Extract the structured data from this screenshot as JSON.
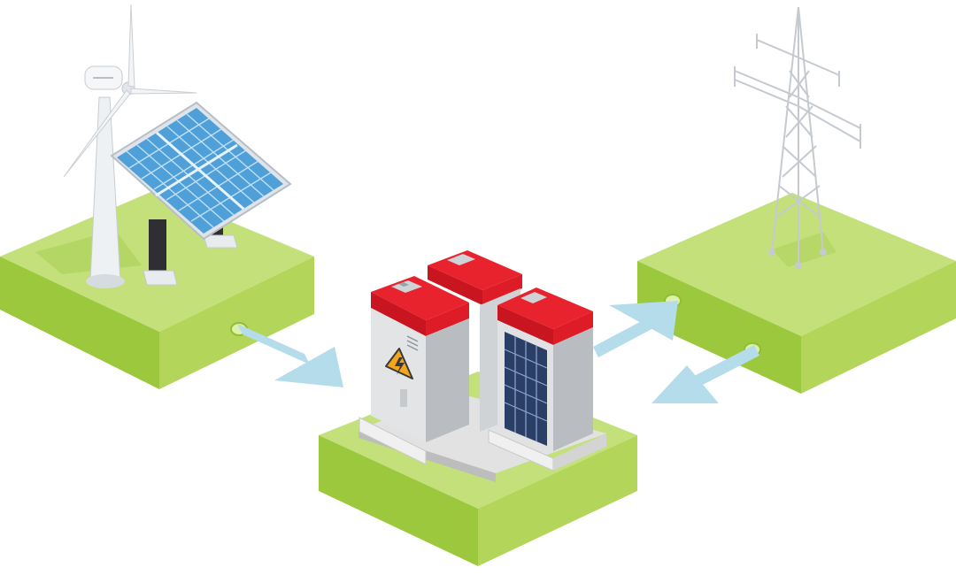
{
  "diagram": {
    "background": "#ffffff",
    "nodes": [
      {
        "id": "renewable-source",
        "icons": [
          "wind-turbine-icon",
          "solar-panel-icon"
        ]
      },
      {
        "id": "battery-storage",
        "icons": [
          "battery-cabinet-icon",
          "high-voltage-warning-icon"
        ]
      },
      {
        "id": "power-grid",
        "icons": [
          "transmission-tower-icon"
        ]
      }
    ],
    "flows": [
      {
        "from": "renewable-source",
        "to": "battery-storage"
      },
      {
        "from": "battery-storage",
        "to": "power-grid"
      },
      {
        "from": "power-grid",
        "to": "battery-storage"
      }
    ],
    "colors": {
      "grass_top": "#c3e07a",
      "grass_left": "#9cc83e",
      "grass_right": "#b3d65a",
      "arrow": "#b5dcea",
      "cabinet_cap": "#e8232e",
      "cabinet_body": "#dcdcdc",
      "solar_cell": "#4f9fd8",
      "warning": "#f3a51b"
    }
  }
}
